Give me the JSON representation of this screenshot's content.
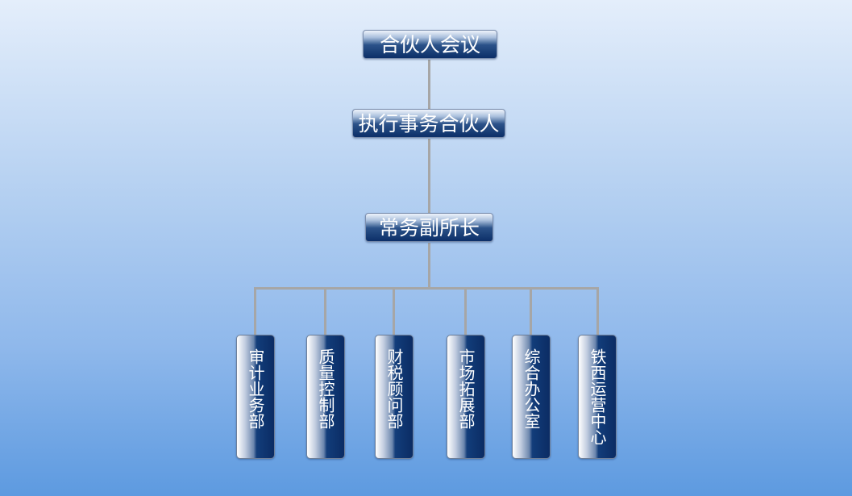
{
  "org_chart": {
    "top": "合伙人会议",
    "executive": "执行事务合伙人",
    "deputy": "常务副所长",
    "departments": [
      "审计业务部",
      "质量控制部",
      "财税顾问部",
      "市场拓展部",
      "综合办公室",
      "铁西运营中心"
    ]
  }
}
